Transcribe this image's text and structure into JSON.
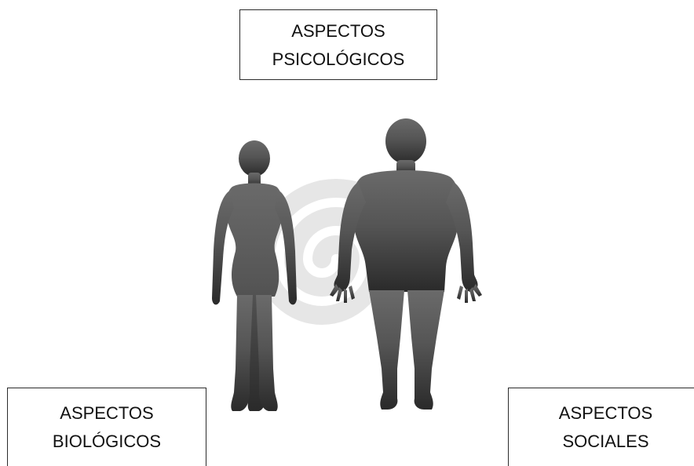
{
  "boxes": {
    "psychological": {
      "line1": "ASPECTOS",
      "line2": "PSICOLÓGICOS"
    },
    "biological": {
      "line1": "ASPECTOS",
      "line2": "BIOLÓGICOS"
    },
    "social": {
      "line1": "ASPECTOS",
      "line2": "SOCIALES"
    }
  },
  "illustration": {
    "figures": [
      "woman-silhouette",
      "man-silhouette"
    ],
    "watermark": "spiral-watermark",
    "colors": {
      "silhouette_light": "#6a6a6a",
      "silhouette_dark": "#2a2a2a",
      "watermark": "#e4e4e4"
    }
  }
}
